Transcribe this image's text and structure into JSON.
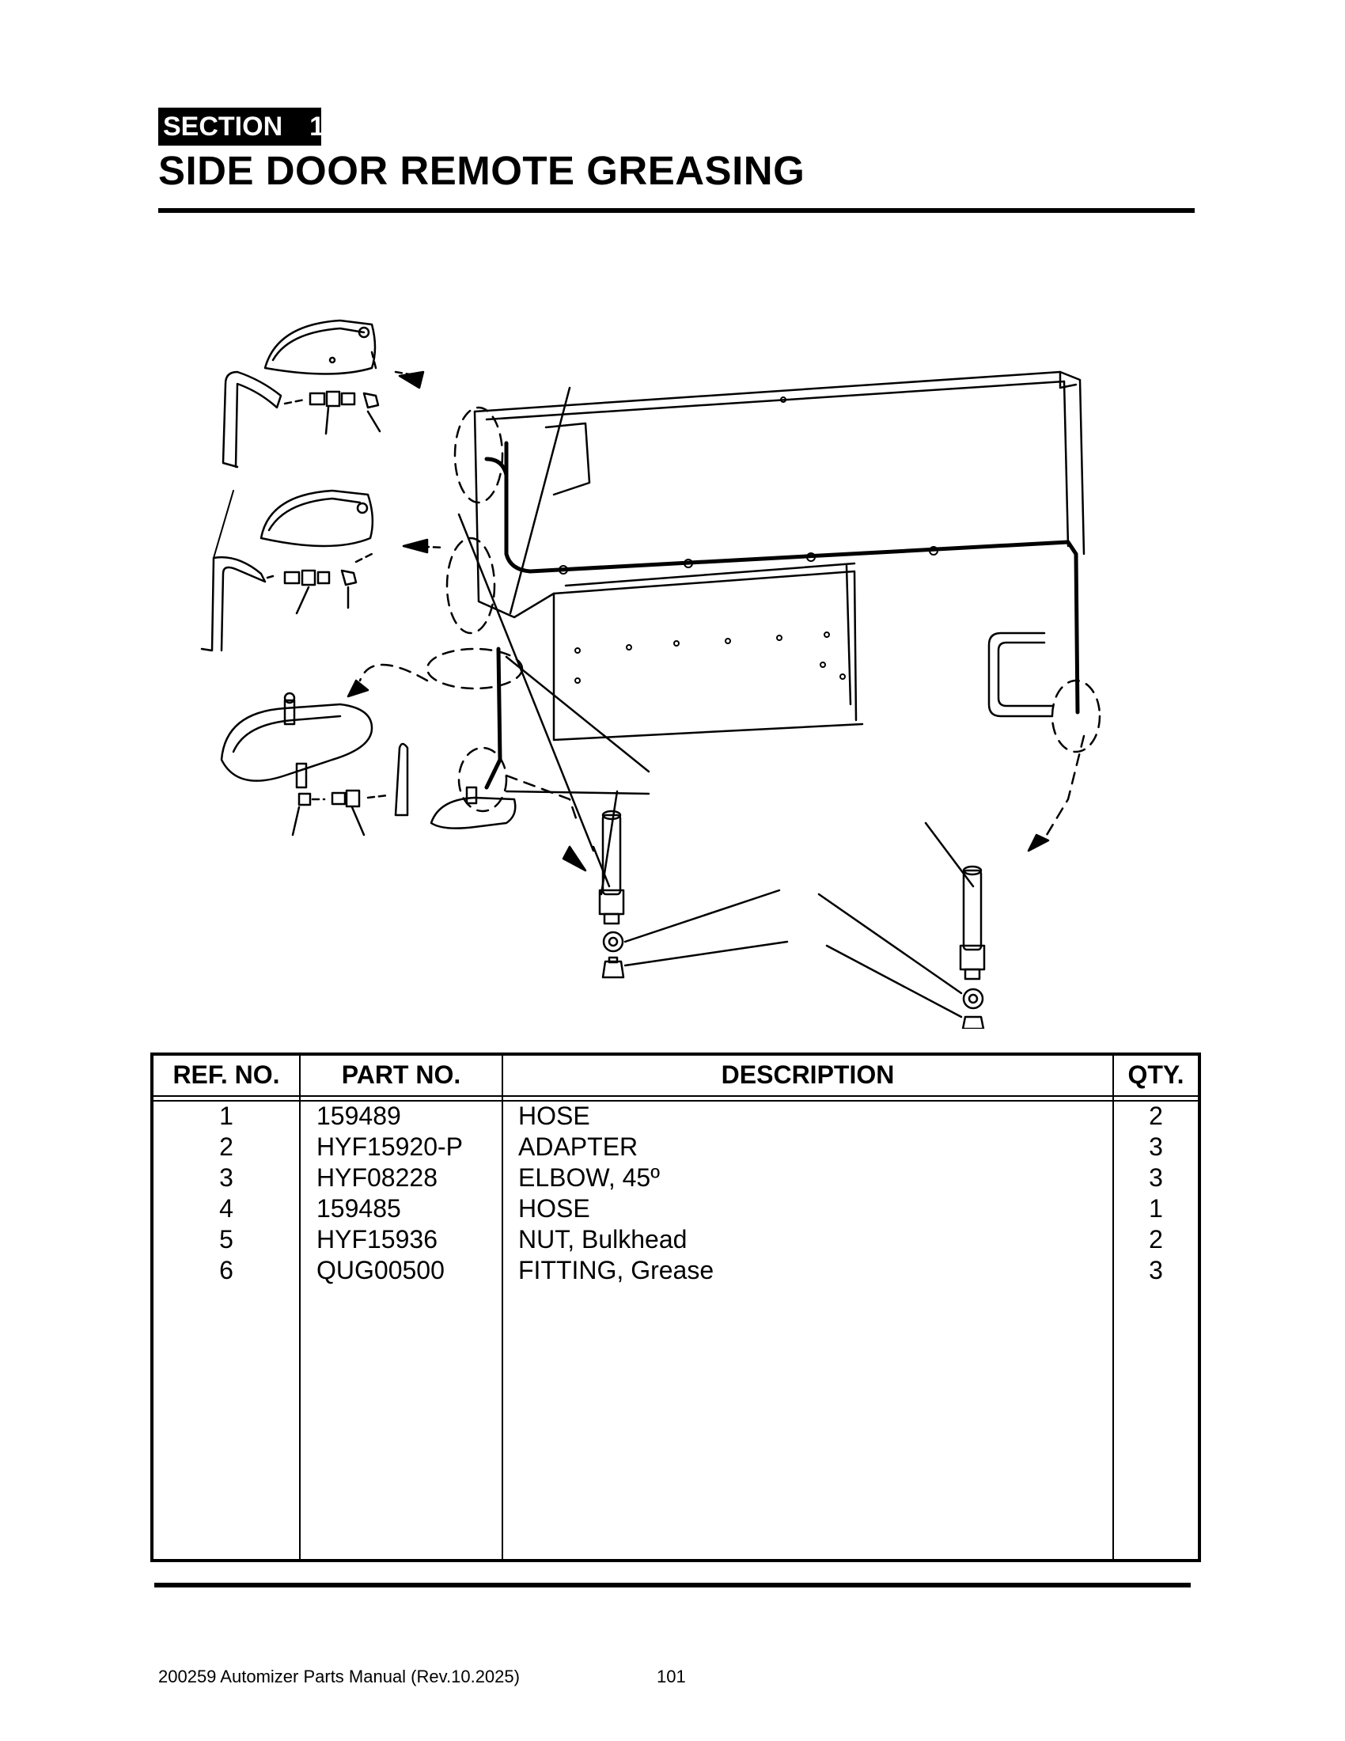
{
  "header": {
    "section_label": "SECTION",
    "section_number": "1",
    "title": "SIDE DOOR REMOTE GREASING"
  },
  "table": {
    "headers": [
      "REF. NO.",
      "PART NO.",
      "DESCRIPTION",
      "QTY."
    ],
    "rows": [
      {
        "ref": "1",
        "part": "159489",
        "desc": "HOSE",
        "qty": "2"
      },
      {
        "ref": "2",
        "part": "HYF15920-P",
        "desc": "ADAPTER",
        "qty": "3"
      },
      {
        "ref": "3",
        "part": "HYF08228",
        "desc": "ELBOW, 45º",
        "qty": "3"
      },
      {
        "ref": "4",
        "part": "159485",
        "desc": "HOSE",
        "qty": "1"
      },
      {
        "ref": "5",
        "part": "HYF15936",
        "desc": "NUT, Bulkhead",
        "qty": "2"
      },
      {
        "ref": "6",
        "part": "QUG00500",
        "desc": "FITTING, Grease",
        "qty": "3"
      }
    ]
  },
  "footer": {
    "manual": "200259 Automizer Parts Manual (Rev.10.2025)",
    "page": "101"
  }
}
